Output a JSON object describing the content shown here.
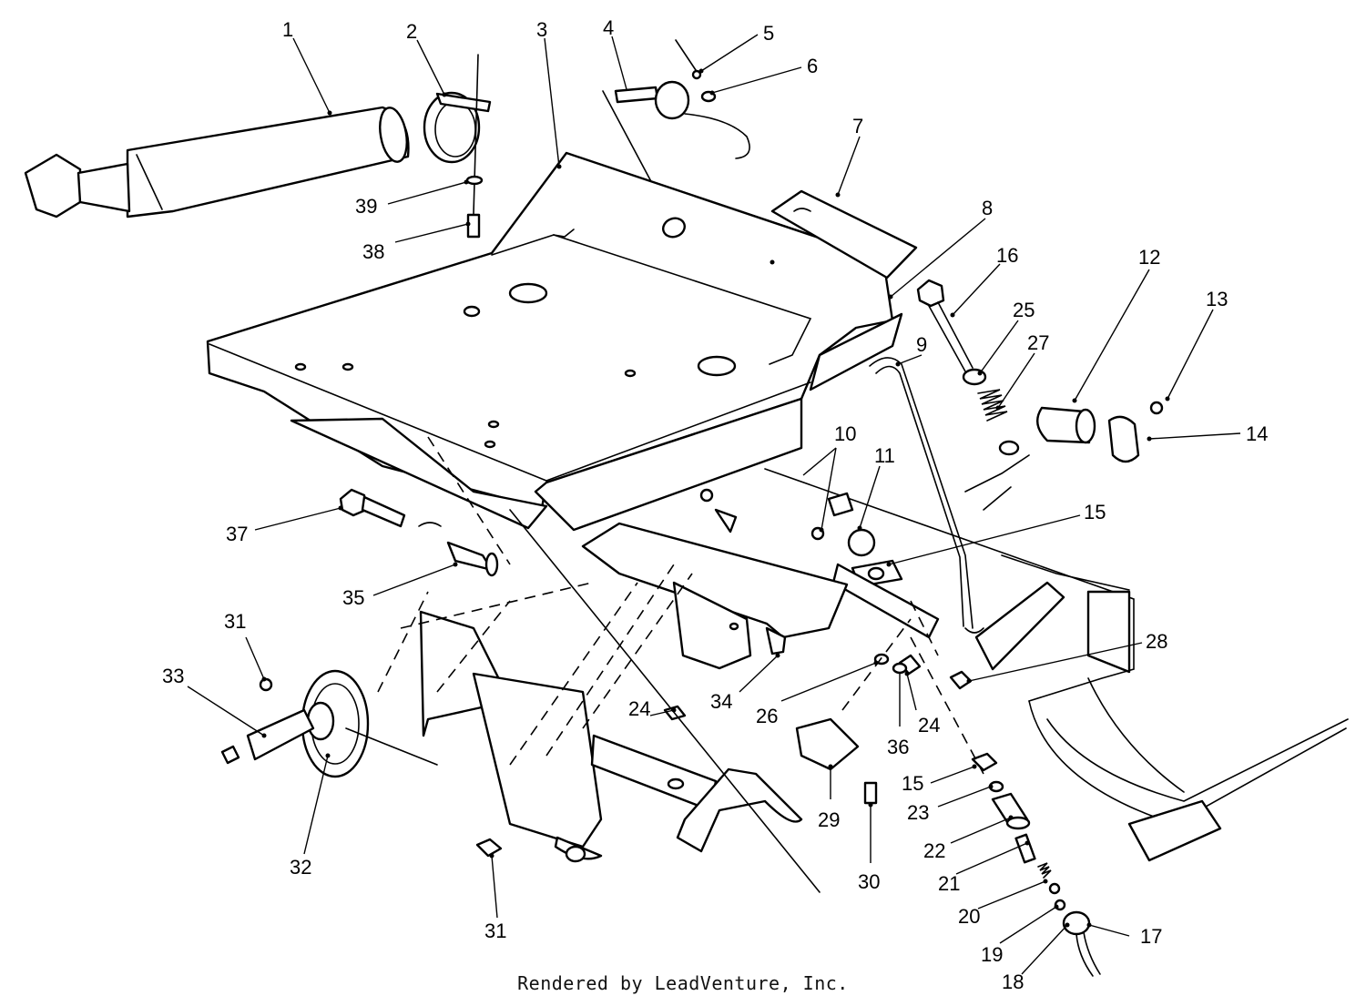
{
  "diagram": {
    "callouts": [
      {
        "id": "c1",
        "label": "1"
      },
      {
        "id": "c2",
        "label": "2"
      },
      {
        "id": "c3",
        "label": "3"
      },
      {
        "id": "c4",
        "label": "4"
      },
      {
        "id": "c5",
        "label": "5"
      },
      {
        "id": "c6",
        "label": "6"
      },
      {
        "id": "c7",
        "label": "7"
      },
      {
        "id": "c8",
        "label": "8"
      },
      {
        "id": "c9",
        "label": "9"
      },
      {
        "id": "c10",
        "label": "10"
      },
      {
        "id": "c11",
        "label": "11"
      },
      {
        "id": "c12",
        "label": "12"
      },
      {
        "id": "c13",
        "label": "13"
      },
      {
        "id": "c14",
        "label": "14"
      },
      {
        "id": "c15a",
        "label": "15"
      },
      {
        "id": "c15b",
        "label": "15"
      },
      {
        "id": "c16",
        "label": "16"
      },
      {
        "id": "c17",
        "label": "17"
      },
      {
        "id": "c18",
        "label": "18"
      },
      {
        "id": "c19",
        "label": "19"
      },
      {
        "id": "c20",
        "label": "20"
      },
      {
        "id": "c21",
        "label": "21"
      },
      {
        "id": "c22",
        "label": "22"
      },
      {
        "id": "c23",
        "label": "23"
      },
      {
        "id": "c24a",
        "label": "24"
      },
      {
        "id": "c24b",
        "label": "24"
      },
      {
        "id": "c25",
        "label": "25"
      },
      {
        "id": "c26",
        "label": "26"
      },
      {
        "id": "c27",
        "label": "27"
      },
      {
        "id": "c28",
        "label": "28"
      },
      {
        "id": "c29",
        "label": "29"
      },
      {
        "id": "c30",
        "label": "30"
      },
      {
        "id": "c31a",
        "label": "31"
      },
      {
        "id": "c31b",
        "label": "31"
      },
      {
        "id": "c32",
        "label": "32"
      },
      {
        "id": "c33",
        "label": "33"
      },
      {
        "id": "c34",
        "label": "34"
      },
      {
        "id": "c35",
        "label": "35"
      },
      {
        "id": "c36",
        "label": "36"
      },
      {
        "id": "c37",
        "label": "37"
      },
      {
        "id": "c38",
        "label": "38"
      },
      {
        "id": "c39",
        "label": "39"
      }
    ]
  },
  "footer": {
    "credit": "Rendered by LeadVenture, Inc."
  }
}
